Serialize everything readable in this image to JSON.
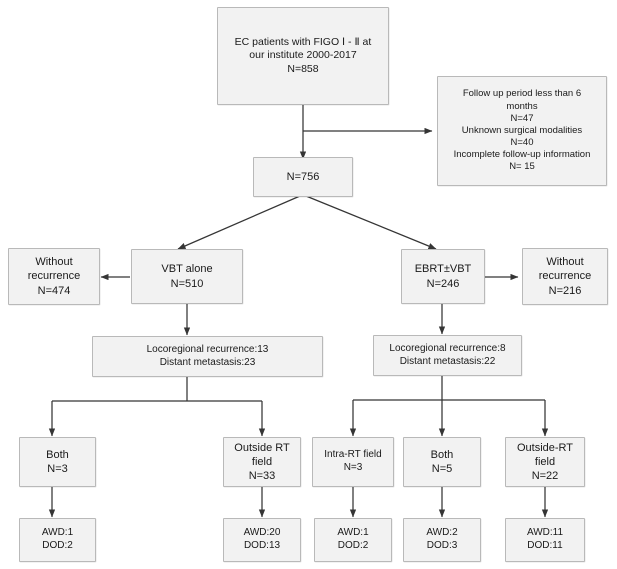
{
  "diagram": {
    "title": "Patient selection and outcome flowchart",
    "type": "flowchart",
    "background_color": "#ffffff",
    "node_fill_color": "#f2f2f2",
    "node_border_color": "#b9b9b9",
    "connector_color": "#404040"
  },
  "nodes": {
    "cohort": {
      "line1": "EC patients with FIGO Ⅰ - Ⅱ at",
      "line2": "our institute 2000-2017",
      "line3": "N=858"
    },
    "exclusions": {
      "line1": "Follow up period  less than 6",
      "line2": "months",
      "line3": "N=47",
      "line4": "Unknown surgical modalities",
      "line5": "N=40",
      "line6": "Incomplete follow-up information",
      "line7": "N= 15"
    },
    "included": {
      "line1": "N=756"
    },
    "vbt_alone": {
      "line1": "VBT alone",
      "line2": "N=510"
    },
    "ebrt_vbt": {
      "line1": "EBRT±VBT",
      "line2": "N=246"
    },
    "vbt_no_recurrence": {
      "line1": "Without",
      "line2": "recurrence",
      "line3": "N=474"
    },
    "ebrt_no_recurrence": {
      "line1": "Without",
      "line2": "recurrence",
      "line3": "N=216"
    },
    "vbt_recurrence": {
      "line1": "Locoregional recurrence:13",
      "line2": "Distant metastasis:23"
    },
    "ebrt_recurrence": {
      "line1": "Locoregional recurrence:8",
      "line2": "Distant metastasis:22"
    },
    "vbt_both": {
      "line1": "Both",
      "line2": "N=3"
    },
    "vbt_outside": {
      "line1": "Outside RT",
      "line2": "field",
      "line3": "N=33"
    },
    "ebrt_intra": {
      "line1": "Intra-RT field",
      "line2": "N=3"
    },
    "ebrt_both": {
      "line1": "Both",
      "line2": "N=5"
    },
    "ebrt_outside": {
      "line1": "Outside-RT",
      "line2": "field",
      "line3": "N=22"
    },
    "vbt_both_outcome": {
      "line1": "AWD:1",
      "line2": "DOD:2"
    },
    "vbt_outside_outcome": {
      "line1": "AWD:20",
      "line2": "DOD:13"
    },
    "ebrt_intra_outcome": {
      "line1": "AWD:1",
      "line2": "DOD:2"
    },
    "ebrt_both_outcome": {
      "line1": "AWD:2",
      "line2": "DOD:3"
    },
    "ebrt_outside_outcome": {
      "line1": "AWD:11",
      "line2": "DOD:11"
    }
  }
}
